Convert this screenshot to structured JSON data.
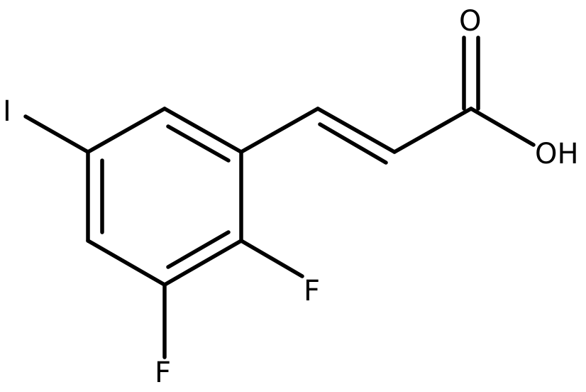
{
  "diagram": {
    "type": "skeletal-structure",
    "atoms": {
      "iodine": "I",
      "fluorine_1": "F",
      "fluorine_2": "F",
      "carbonyl_oxygen": "O",
      "hydroxyl": "OH"
    },
    "colors": {
      "bond": "#000000",
      "label": "#000000",
      "background": "#ffffff"
    }
  }
}
